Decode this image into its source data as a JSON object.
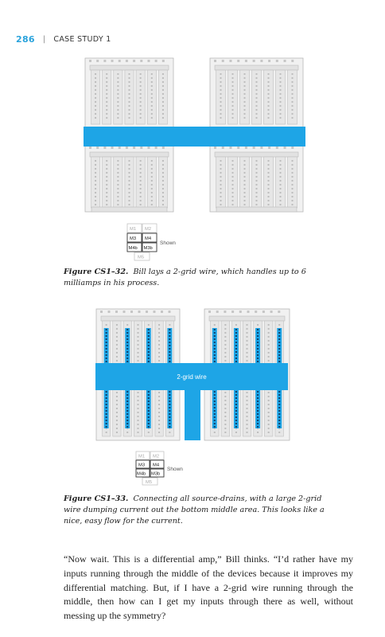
{
  "header": {
    "page_number": "286",
    "separator": "|",
    "running_title": "CASE STUDY 1"
  },
  "figure1": {
    "label": "Figure CS1–32.",
    "text": "Bill lays a 2-grid wire, which handles up to 6 milliamps in his process.",
    "legend": {
      "m1": "M1",
      "m2": "M2",
      "m3": "M3",
      "m4": "M4",
      "m4b": "M4b",
      "m3b": "M3b",
      "m5": "M5",
      "shown": "Shown"
    },
    "colors": {
      "wire": "#1ea5e6",
      "device": "#e4e4e4",
      "outline": "#b8b8b8"
    }
  },
  "figure2": {
    "label": "Figure CS1–33.",
    "text": "Connecting all source-drains, with a large 2-grid wire dumping current out the bottom middle area. This looks like a nice, easy flow for the current.",
    "wire_label": "2-grid wire",
    "legend": {
      "m1": "M1",
      "m2": "M2",
      "m3": "M3",
      "m4": "M4",
      "m4b": "M4b",
      "m3b": "M3b",
      "m5": "M5",
      "shown": "Shown"
    },
    "colors": {
      "wire": "#1ea5e6",
      "device": "#e4e4e4",
      "strip": "#1a7fc0"
    }
  },
  "body": {
    "paragraph": "“Now wait. This is a differential amp,” Bill thinks. “I’d rather have my inputs running through the middle of the devices because it improves my differential matching. But, if I have a 2-grid wire running through the middle, then how can I get my inputs through there as well, without messing up the symmetry?"
  }
}
